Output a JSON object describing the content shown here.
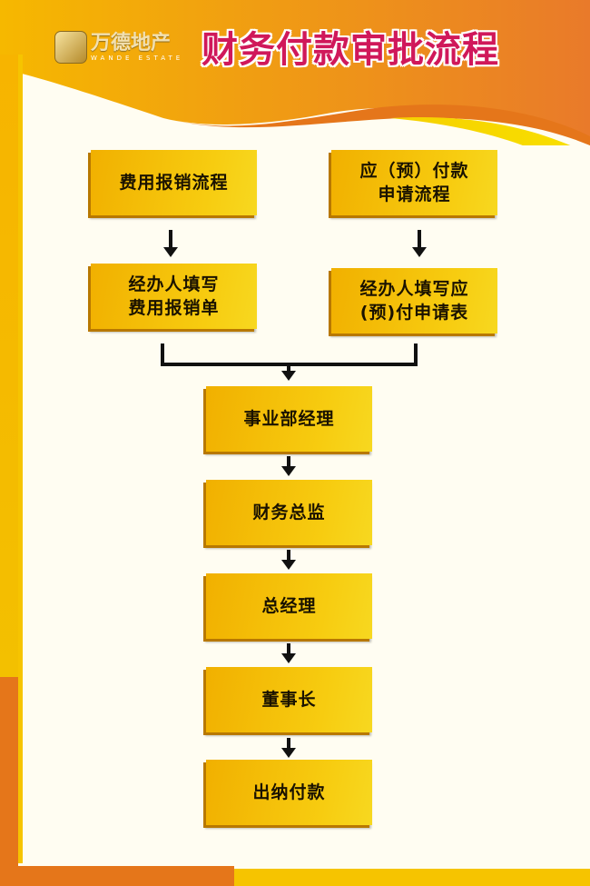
{
  "header": {
    "logo_cn": "万德地产",
    "logo_en": "WANDE ESTATE",
    "title": "财务付款审批流程"
  },
  "flow": {
    "left_branch": [
      "费用报销流程",
      "经办人填写\n费用报销单"
    ],
    "right_branch": [
      "应（预）付款\n申请流程",
      "经办人填写应\n(预)付申请表"
    ],
    "main": [
      "事业部经理",
      "财务总监",
      "总经理",
      "董事长",
      "出纳付款"
    ]
  },
  "colors": {
    "box": "#f7c510",
    "title": "#d0185a",
    "orange": "#e5761a"
  }
}
